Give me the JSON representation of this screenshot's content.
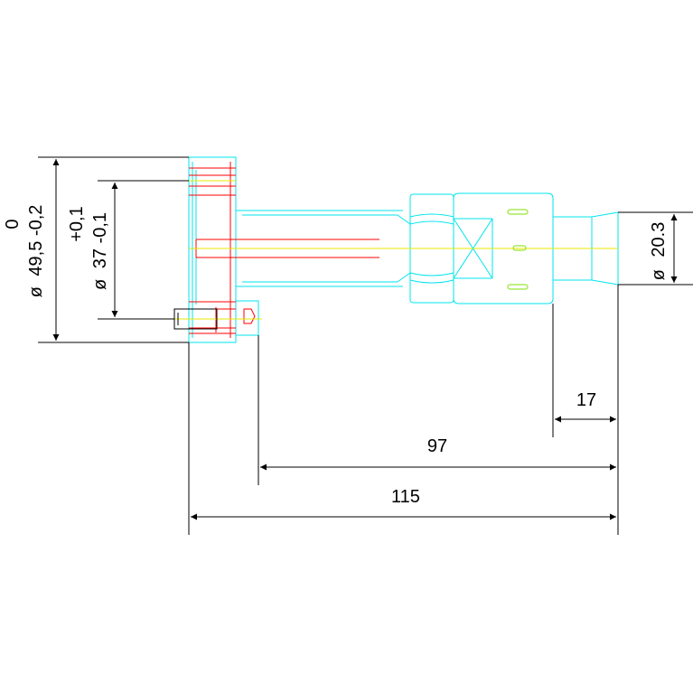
{
  "dimensions": {
    "outer_diameter": {
      "symbol": "ø",
      "value": "49,5",
      "tolerance_upper": "0",
      "tolerance_lower": "-0,2"
    },
    "inner_diameter": {
      "symbol": "ø",
      "value": "37",
      "tolerance_upper": "+0,1",
      "tolerance_lower": "-0,1"
    },
    "shaft_diameter": {
      "symbol": "ø",
      "value": "20.3"
    },
    "length_17": "17",
    "length_97": "97",
    "length_115": "115"
  },
  "colors": {
    "outline": "#00e5ee",
    "hidden_detail": "#ff0000",
    "centerline": "#e8e800",
    "pins": "#7ee000",
    "dimension": "#000000"
  }
}
